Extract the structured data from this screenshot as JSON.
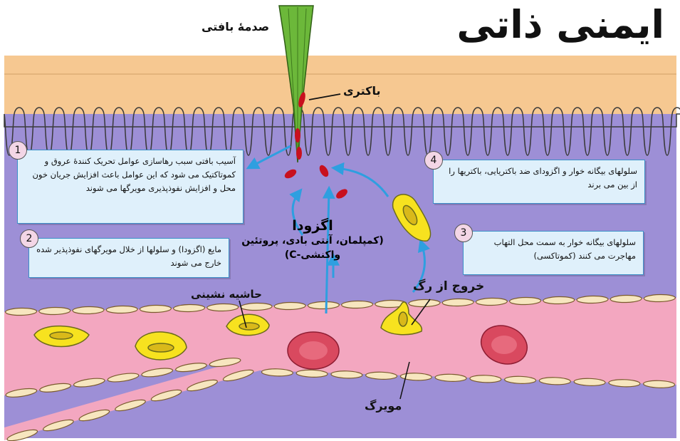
{
  "title": "ایمنی ذاتی",
  "labels": {
    "tissue_injury": "صدمهٔ بافتی",
    "bacteria": "باکتری",
    "margination": "حاشیه نشینی",
    "diapedesis": "خروج از رگ",
    "capillary": "مویرگ",
    "fluid_title": "اگزودا",
    "fluid_line1": "(کمپلمان، آنتی بادی، پروتئین",
    "fluid_line2": "واکنشی-C)"
  },
  "steps": [
    {
      "number": "1",
      "text": "آسیب بافتی سبب رهاسازی عوامل تحریک کنندهٔ عروق و کموتاکتیک می شود که این عوامل باعث افزایش جریان خون محل و افزایش نفوذپذیری مویرگها می شوند"
    },
    {
      "number": "2",
      "text": "مایع (اگزودا) و سلولها از خلال مویرگهای نفوذپذیر شده خارج می شوند"
    },
    {
      "number": "3",
      "text": "سلولهای بیگانه خوار به سمت محل التهاب مهاجرت می کنند (کموتاکسی)"
    },
    {
      "number": "4",
      "text": "سلولهای بیگانه خوار و اگزودای ضد باکتریایی، باکتریها را از بین می برند"
    }
  ],
  "colors": {
    "skin": "#f6c891",
    "tissue": "#9d8fd6",
    "vessel": "#f3a7c0",
    "endothelium": "#f7e6bf",
    "phagocyte": "#f7e21f",
    "rbc": "#d9495f",
    "bacteria": "#c8101e",
    "arrow": "#2e9fe0",
    "splinter": "#5aa82a",
    "box_fill": "#dff0fb",
    "box_border": "#3b8fc7"
  }
}
